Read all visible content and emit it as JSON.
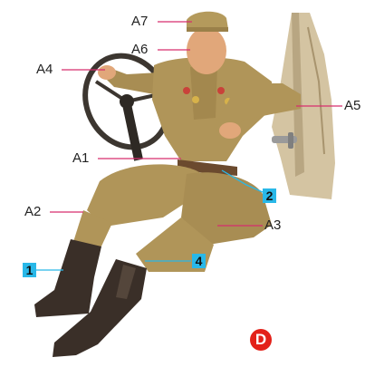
{
  "callouts": {
    "a7": "A7",
    "a6": "A6",
    "a4": "A4",
    "a5": "A5",
    "a1": "A1",
    "a2": "A2",
    "a3": "A3",
    "p1": "1",
    "p2": "2",
    "p4": "4"
  },
  "badge": {
    "label": "D",
    "color": "#e32119"
  },
  "colors": {
    "leader_line": "#d62d6e",
    "part_box": "#29b8e8",
    "uniform": "#b09559",
    "boots": "#3a2f28",
    "skin": "#e1a77a"
  }
}
